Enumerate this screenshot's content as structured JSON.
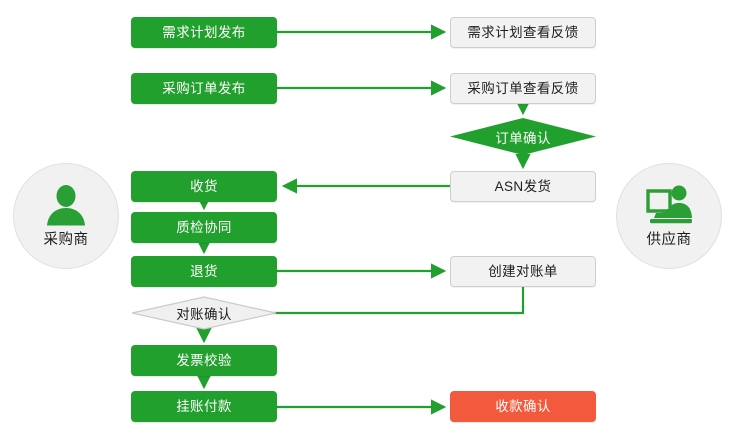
{
  "diagram": {
    "type": "flowchart",
    "title_visible": false,
    "colors": {
      "green": "#22a02e",
      "red": "#f3593c",
      "gray_fill": "#f2f2f2",
      "gray_border": "#cfcfcf",
      "edge": "#22a02e",
      "actor_circle": "#f1f1f1",
      "text_light": "#ffffff",
      "text_dark": "#202020"
    },
    "actors": [
      {
        "id": "buyer",
        "label": "采购商",
        "icon": "person-icon",
        "side": "left"
      },
      {
        "id": "supplier",
        "label": "供应商",
        "icon": "person-at-computer-icon",
        "side": "right"
      }
    ],
    "left_column": [
      {
        "id": "demand-plan-publish",
        "label": "需求计划发布",
        "shape": "rect",
        "style": "green"
      },
      {
        "id": "po-publish",
        "label": "采购订单发布",
        "shape": "rect",
        "style": "green"
      },
      {
        "id": "goods-receipt",
        "label": "收货",
        "shape": "rect",
        "style": "green"
      },
      {
        "id": "quality-collab",
        "label": "质检协同",
        "shape": "rect",
        "style": "green"
      },
      {
        "id": "return-goods",
        "label": "退货",
        "shape": "rect",
        "style": "green"
      },
      {
        "id": "recon-confirm",
        "label": "对账确认",
        "shape": "diamond",
        "style": "gray"
      },
      {
        "id": "invoice-verify",
        "label": "发票校验",
        "shape": "rect",
        "style": "green"
      },
      {
        "id": "payable-payment",
        "label": "挂账付款",
        "shape": "rect",
        "style": "green"
      }
    ],
    "right_column": [
      {
        "id": "demand-plan-feedback",
        "label": "需求计划查看反馈",
        "shape": "rect",
        "style": "gray"
      },
      {
        "id": "po-feedback",
        "label": "采购订单查看反馈",
        "shape": "rect",
        "style": "gray"
      },
      {
        "id": "order-confirm",
        "label": "订单确认",
        "shape": "diamond",
        "style": "green"
      },
      {
        "id": "asn-shipment",
        "label": "ASN发货",
        "shape": "rect",
        "style": "gray"
      },
      {
        "id": "create-recon-bill",
        "label": "创建对账单",
        "shape": "rect",
        "style": "gray"
      },
      {
        "id": "receipt-confirm",
        "label": "收款确认",
        "shape": "rect",
        "style": "red"
      }
    ],
    "edges": [
      {
        "from": "demand-plan-publish",
        "to": "demand-plan-feedback",
        "direction": "right"
      },
      {
        "from": "po-publish",
        "to": "po-feedback",
        "direction": "right"
      },
      {
        "from": "po-feedback",
        "to": "order-confirm",
        "direction": "down"
      },
      {
        "from": "order-confirm",
        "to": "asn-shipment",
        "direction": "down"
      },
      {
        "from": "asn-shipment",
        "to": "goods-receipt",
        "direction": "left"
      },
      {
        "from": "goods-receipt",
        "to": "quality-collab",
        "direction": "down"
      },
      {
        "from": "quality-collab",
        "to": "return-goods",
        "direction": "down"
      },
      {
        "from": "return-goods",
        "to": "create-recon-bill",
        "direction": "right"
      },
      {
        "from": "create-recon-bill",
        "to": "recon-confirm",
        "direction": "left"
      },
      {
        "from": "recon-confirm",
        "to": "invoice-verify",
        "direction": "down"
      },
      {
        "from": "invoice-verify",
        "to": "payable-payment",
        "direction": "down"
      },
      {
        "from": "payable-payment",
        "to": "receipt-confirm",
        "direction": "right"
      }
    ]
  }
}
